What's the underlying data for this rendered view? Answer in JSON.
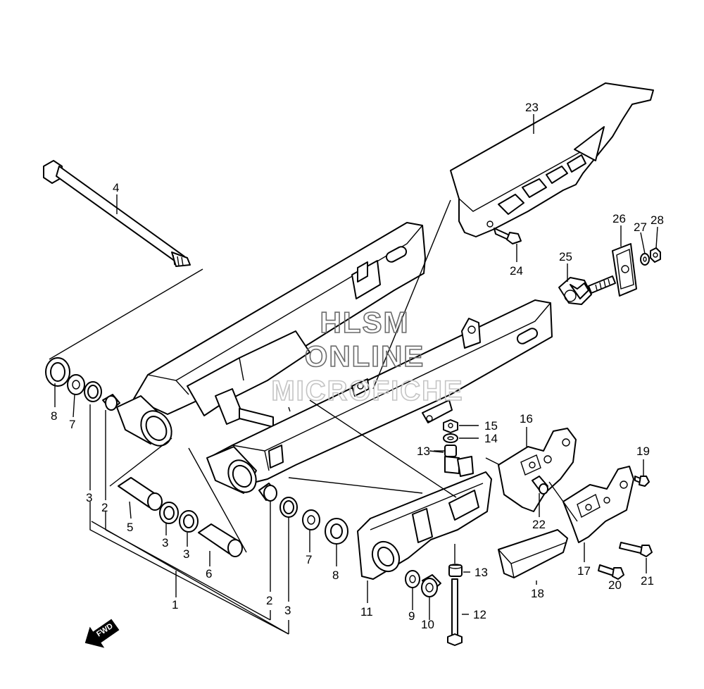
{
  "watermark": {
    "line1": "HLSM",
    "line2": "ONLINE",
    "line3": "MICROFICHE"
  },
  "fwd_label": "FWD",
  "callouts": {
    "c1": "1",
    "c2a": "2",
    "c2b": "2",
    "c3a": "3",
    "c3b": "3",
    "c3c": "3",
    "c3d": "3",
    "c4": "4",
    "c5": "5",
    "c6": "6",
    "c7a": "7",
    "c7b": "7",
    "c8a": "8",
    "c8b": "8",
    "c9": "9",
    "c10": "10",
    "c11": "11",
    "c12": "12",
    "c13a": "13",
    "c13b": "13",
    "c14": "14",
    "c15": "15",
    "c16": "16",
    "c17": "17",
    "c18": "18",
    "c19": "19",
    "c20": "20",
    "c21": "21",
    "c22": "22",
    "c23": "23",
    "c24": "24",
    "c25": "25",
    "c26": "26",
    "c27": "27",
    "c28": "28"
  }
}
